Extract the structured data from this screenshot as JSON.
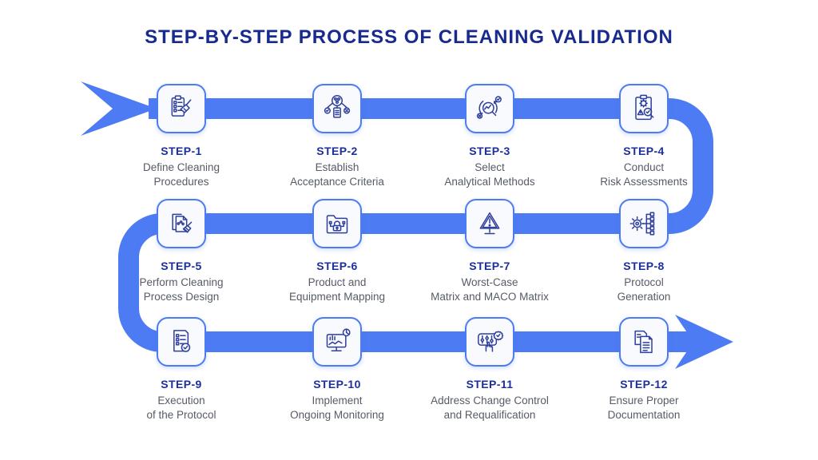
{
  "title": "STEP-BY-STEP PROCESS OF CLEANING VALIDATION",
  "colors": {
    "title": "#172a8e",
    "flow_line": "#4d7bf3",
    "icon_box_border": "#4d7bf3",
    "icon_box_background": "#f9fafd",
    "icon_stroke": "#2e3f9c",
    "step_label": "#1c2f9e",
    "description_text": "#565b66"
  },
  "flow": {
    "rows": 3,
    "columns": 4,
    "direction": "serpentine",
    "start_marker": "arrow-tail",
    "end_marker": "arrow-head-right"
  },
  "steps": [
    {
      "label": "STEP-1",
      "desc1": "Define Cleaning",
      "desc2": "Procedures",
      "icon": "checklist-brush-icon"
    },
    {
      "label": "STEP-2",
      "desc1": "Establish",
      "desc2": "Acceptance Criteria",
      "icon": "molecule-criteria-icon"
    },
    {
      "label": "STEP-3",
      "desc1": "Select",
      "desc2": "Analytical Methods",
      "icon": "analysis-cycle-magnifier-icon"
    },
    {
      "label": "STEP-4",
      "desc1": "Conduct",
      "desc2": "Risk Assessments",
      "icon": "clipboard-risk-magnifier-icon"
    },
    {
      "label": "STEP-5",
      "desc1": "Perform Cleaning",
      "desc2": "Process Design",
      "icon": "document-broom-icon"
    },
    {
      "label": "STEP-6",
      "desc1": "Product and",
      "desc2": "Equipment Mapping",
      "icon": "folder-lock-circuit-icon"
    },
    {
      "label": "STEP-7",
      "desc1": "Worst-Case",
      "desc2": "Matrix and MACO Matrix",
      "icon": "warning-sign-icon"
    },
    {
      "label": "STEP-8",
      "desc1": "Protocol",
      "desc2": "Generation",
      "icon": "gear-list-icon"
    },
    {
      "label": "STEP-9",
      "desc1": "Execution",
      "desc2": "of the Protocol",
      "icon": "checklist-check-icon"
    },
    {
      "label": "STEP-10",
      "desc1": "Implement",
      "desc2": "Ongoing Monitoring",
      "icon": "monitor-charts-icon"
    },
    {
      "label": "STEP-11",
      "desc1": "Address Change Control",
      "desc2": "and Requalification",
      "icon": "sliders-hand-gear-icon"
    },
    {
      "label": "STEP-12",
      "desc1": "Ensure Proper",
      "desc2": "Documentation",
      "icon": "documents-icon"
    }
  ]
}
